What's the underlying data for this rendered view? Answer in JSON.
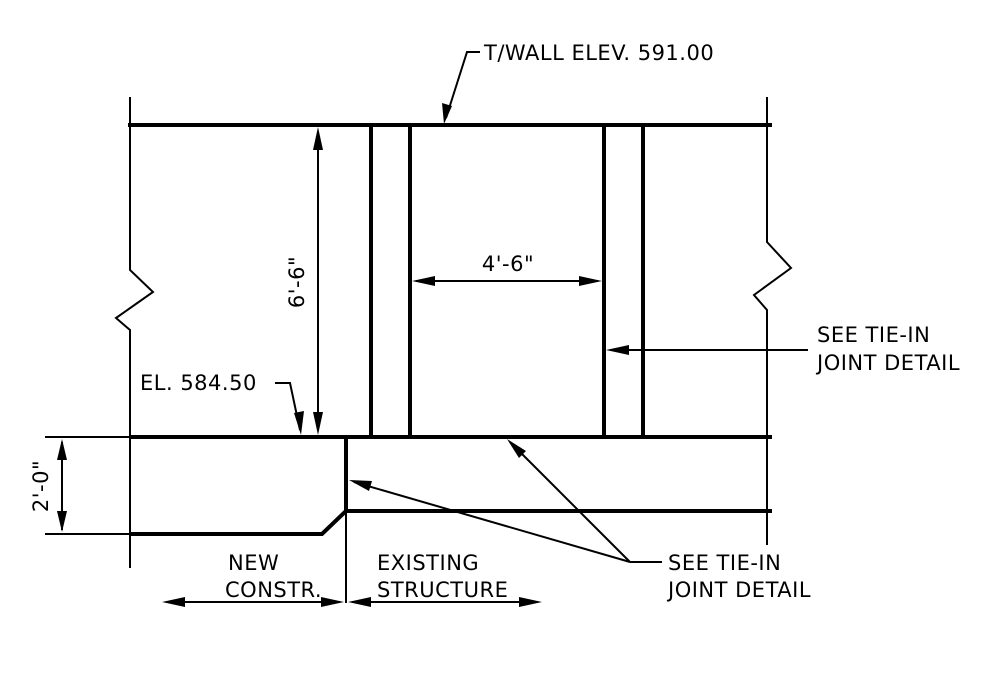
{
  "labels": {
    "top_of_wall": "T/WALL ELEV. 591.00",
    "wall_height": "6'-6\"",
    "panel_width": "4'-6\"",
    "tie_in_right_line1": "SEE TIE-IN",
    "tie_in_right_line2": "JOINT DETAIL",
    "bottom_elevation": "EL. 584.50",
    "footing_thickness": "2'-0\"",
    "tie_in_bottom_line1": "SEE TIE-IN",
    "tie_in_bottom_line2": "JOINT DETAIL",
    "new_line1": "NEW",
    "new_line2": "CONSTR.",
    "existing_line1": "EXISTING",
    "existing_line2": "STRUCTURE"
  },
  "colors": {
    "line": "#000000",
    "background": "#ffffff"
  }
}
